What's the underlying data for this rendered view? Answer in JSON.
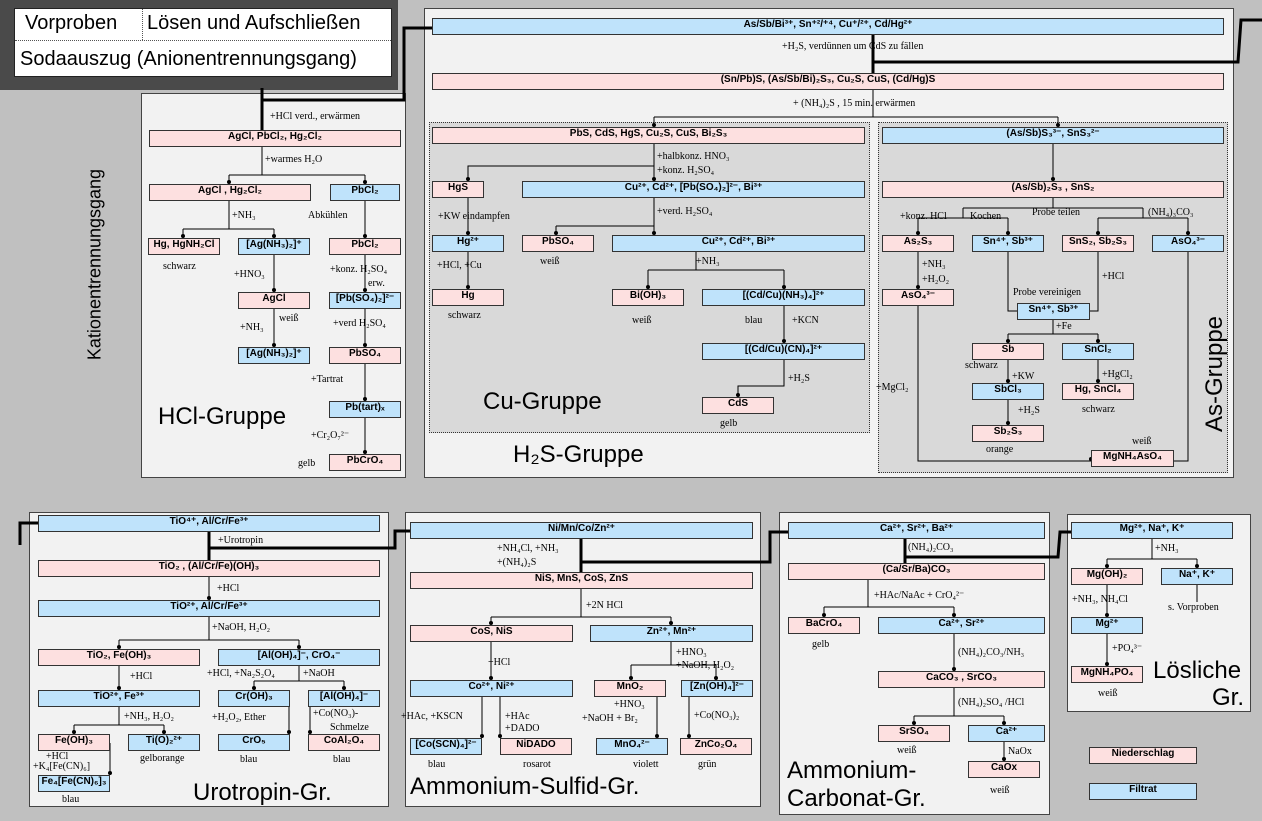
{
  "header": {
    "vorproben": "Vorproben",
    "loesen": "Lösen und Aufschließen",
    "sodaauszug": "Sodaauszug (Anionentrennungsgang)"
  },
  "side_title": "Kationentrennungsgang",
  "colors": {
    "niederschlag": "#fde0e0",
    "filtrat": "#bfe3fb",
    "panel": "#f2f2f2",
    "subpanel": "#d9d9d9",
    "background": "#c0c0c0"
  },
  "legend": {
    "niederschlag": "Niederschlag",
    "filtrat": "Filtrat"
  },
  "groups": {
    "hcl": {
      "title": "HCl-Gruppe",
      "boxes": [
        {
          "text": "AgCl, PbCl₂, Hg₂Cl₂",
          "kind": "n"
        },
        {
          "text": "AgCl , Hg₂Cl₂",
          "kind": "n"
        },
        {
          "text": "PbCl₂",
          "kind": "f"
        },
        {
          "text": "Hg, HgNH₂Cl",
          "kind": "n"
        },
        {
          "text": "[Ag(NH₃)₂]⁺",
          "kind": "f"
        },
        {
          "text": "PbCl₂",
          "kind": "n"
        },
        {
          "text": "AgCl",
          "kind": "n"
        },
        {
          "text": "[Pb(SO₄)₂]²⁻",
          "kind": "f"
        },
        {
          "text": "[Ag(NH₃)₂]⁺",
          "kind": "f"
        },
        {
          "text": "PbSO₄",
          "kind": "n"
        },
        {
          "text": "Pb(tart)ₓ",
          "kind": "f"
        },
        {
          "text": "PbCrO₄",
          "kind": "n"
        }
      ],
      "notes": [
        "+HCl verd., erwärmen",
        "+warmes H₂O",
        "+NH₃",
        "Abkühlen",
        "schwarz",
        "+HNO₃",
        "+konz. H₂SO₄",
        "erw.",
        "weiß",
        "+NH₃",
        "+verd  H₂SO₄",
        "+Tartrat",
        "+Cr₂O₇²⁻",
        "gelb"
      ]
    },
    "h2s": {
      "title": "H₂S-Gruppe",
      "cu_title": "Cu-Gruppe",
      "as_title": "As-Gruppe",
      "boxes": [
        {
          "text": "As/Sb/Bi³⁺, Sn⁺²/⁺⁴, Cu⁺/²⁺, Cd/Hg²⁺",
          "kind": "f"
        },
        {
          "text": "(Sn/Pb)S, (As/Sb/Bi)₂S₃, Cu₂S, CuS, (Cd/Hg)S",
          "kind": "n"
        },
        {
          "text": "PbS, CdS, HgS, Cu₂S, CuS, Bi₂S₃",
          "kind": "n"
        },
        {
          "text": "HgS",
          "kind": "n"
        },
        {
          "text": "Cu²⁺, Cd²⁺, [Pb(SO₄)₂]²⁻, Bi³⁺",
          "kind": "f"
        },
        {
          "text": "Hg²⁺",
          "kind": "f"
        },
        {
          "text": "PbSO₄",
          "kind": "n"
        },
        {
          "text": "Cu²⁺, Cd²⁺, Bi³⁺",
          "kind": "f"
        },
        {
          "text": "Hg",
          "kind": "n"
        },
        {
          "text": "Bi(OH)₃",
          "kind": "n"
        },
        {
          "text": "[(Cd/Cu)(NH₃)₄]²⁺",
          "kind": "f"
        },
        {
          "text": "[(Cd/Cu)(CN)₄]²⁺",
          "kind": "f"
        },
        {
          "text": "CdS",
          "kind": "n"
        },
        {
          "text": "(As/Sb)S₃³⁻, SnS₃²⁻",
          "kind": "f"
        },
        {
          "text": "(As/Sb)₂S₃ , SnS₂",
          "kind": "n"
        },
        {
          "text": "As₂S₃",
          "kind": "n"
        },
        {
          "text": "Sn⁴⁺, Sb³⁺",
          "kind": "f"
        },
        {
          "text": "SnS₂, Sb₂S₃",
          "kind": "n"
        },
        {
          "text": "AsO₄³⁻",
          "kind": "f"
        },
        {
          "text": "AsO₄³⁻",
          "kind": "n"
        },
        {
          "text": "Sn⁴⁺, Sb³⁺",
          "kind": "f"
        },
        {
          "text": "Sb",
          "kind": "n"
        },
        {
          "text": "SnCl₂",
          "kind": "f"
        },
        {
          "text": "SbCl₃",
          "kind": "f"
        },
        {
          "text": "Hg, SnCl₄",
          "kind": "n"
        },
        {
          "text": "Sb₂S₃",
          "kind": "n"
        },
        {
          "text": "MgNH₄AsO₄",
          "kind": "n"
        }
      ],
      "notes": [
        "+H₂S, verdünnen um CdS zu fällen",
        "+ (NH₄)₂S , 15 min. erwärmen",
        "+halbkonz. HNO₃",
        "+konz. H₂SO₄",
        "+KW eindampfen",
        "+verd. H₂SO₄",
        "weiß",
        "+HCl, +Cu",
        "+NH₃",
        "schwarz",
        "weiß",
        "blau",
        "+KCN",
        "+H₂S",
        "gelb",
        "+konz. HCl",
        "Kochen",
        "Probe teilen",
        "(NH₄)₃CO₃",
        "+NH₃",
        "+H₂O₂",
        "+HCl",
        "Probe vereinigen",
        "+Fe",
        "schwarz",
        "+KW",
        "+HgCl₂",
        "+MgCl₂",
        "+H₂S",
        "schwarz",
        "orange",
        "weiß"
      ]
    },
    "urotropin": {
      "title": "Urotropin-Gr.",
      "boxes": [
        {
          "text": "TiO⁴⁺, Al/Cr/Fe³⁺",
          "kind": "f"
        },
        {
          "text": "TiO₂ , (Al/Cr/Fe)(OH)₃",
          "kind": "n"
        },
        {
          "text": "TiO²⁺, Al/Cr/Fe³⁺",
          "kind": "f"
        },
        {
          "text": "TiO₂, Fe(OH)₃",
          "kind": "n"
        },
        {
          "text": "[Al(OH)₄]⁻, CrO₄⁻",
          "kind": "f"
        },
        {
          "text": "TiO²⁺, Fe³⁺",
          "kind": "f"
        },
        {
          "text": "Cr(OH)₃",
          "kind": "f"
        },
        {
          "text": "[Al(OH)₄]⁻",
          "kind": "f"
        },
        {
          "text": "Fe(OH)₃",
          "kind": "n"
        },
        {
          "text": "Ti(O)₂²⁺",
          "kind": "f"
        },
        {
          "text": "CrO₅",
          "kind": "f"
        },
        {
          "text": "CoAl₂O₄",
          "kind": "n"
        },
        {
          "text": "Fe₄[Fe(CN)₆]₃",
          "kind": "f"
        }
      ],
      "notes": [
        "+Urotropin",
        "+HCl",
        "+NaOH, H₂O₂",
        "+HCl",
        "+HCl, +Na₂S₂O₄",
        "+NaOH",
        "+NH₃, H₂O₂",
        "+H₂O₂, Ether",
        "+Co(NO₃)-",
        "Schmelze",
        "+HCl",
        "+K₄[Fe(CN)₆]",
        "gelborange",
        "blau",
        "blau",
        "blau"
      ]
    },
    "sulfid": {
      "title": "Ammonium-Sulfid-Gr.",
      "boxes": [
        {
          "text": "Ni/Mn/Co/Zn²⁺",
          "kind": "f"
        },
        {
          "text": "NiS, MnS, CoS, ZnS",
          "kind": "n"
        },
        {
          "text": "CoS, NiS",
          "kind": "n"
        },
        {
          "text": "Zn²⁺, Mn²⁺",
          "kind": "f"
        },
        {
          "text": "Co²⁺, Ni²⁺",
          "kind": "f"
        },
        {
          "text": "MnO₂",
          "kind": "n"
        },
        {
          "text": "[Zn(OH)₄]²⁻",
          "kind": "f"
        },
        {
          "text": "[Co(SCN)₄]²⁻",
          "kind": "f"
        },
        {
          "text": "NiDADO",
          "kind": "n"
        },
        {
          "text": "MnO₄²⁻",
          "kind": "f"
        },
        {
          "text": "ZnCo₂O₄",
          "kind": "n"
        }
      ],
      "notes": [
        "+NH₄Cl, +NH₃",
        "+(NH₄)₂S",
        "+2N HCl",
        "+HCl",
        "+HNO₃",
        "+NaOH, H₂O₂",
        "+HAc, +KSCN",
        "+HAc",
        "+DADO",
        "+HNO₃",
        "+NaOH + Br₂",
        "+Co(NO₃)₂",
        "blau",
        "rosarot",
        "violett",
        "grün"
      ]
    },
    "carbonat": {
      "title_line1": "Ammonium-",
      "title_line2": "Carbonat-Gr.",
      "boxes": [
        {
          "text": "Ca²⁺, Sr²⁺, Ba²⁺",
          "kind": "f"
        },
        {
          "text": "(Ca/Sr/Ba)CO₃",
          "kind": "n"
        },
        {
          "text": "BaCrO₄",
          "kind": "n"
        },
        {
          "text": "Ca²⁺, Sr²⁺",
          "kind": "f"
        },
        {
          "text": "CaCO₃ , SrCO₃",
          "kind": "n"
        },
        {
          "text": "SrSO₄",
          "kind": "n"
        },
        {
          "text": "Ca²⁺",
          "kind": "f"
        },
        {
          "text": "CaOx",
          "kind": "n"
        }
      ],
      "notes": [
        "(NH₄)₂CO₃",
        "+HAc/NaAc + CrO₄²⁻",
        "gelb",
        "(NH₄)₂CO₃/NH₃",
        "(NH₄)₂SO₄ /HCl",
        "weiß",
        "NaOx",
        "weiß"
      ]
    },
    "loesliche": {
      "title_line1": "Lösliche",
      "title_line2": "Gr.",
      "boxes": [
        {
          "text": "Mg²⁺, Na⁺, K⁺",
          "kind": "f"
        },
        {
          "text": "Mg(OH)₂",
          "kind": "n"
        },
        {
          "text": "Na⁺, K⁺",
          "kind": "f"
        },
        {
          "text": "Mg²⁺",
          "kind": "f"
        },
        {
          "text": "MgNH₄PO₄",
          "kind": "n"
        }
      ],
      "notes": [
        "+NH₃",
        "+NH₃, NH₄Cl",
        "s. Vorproben",
        "+PO₄³⁻",
        "weiß"
      ]
    }
  }
}
